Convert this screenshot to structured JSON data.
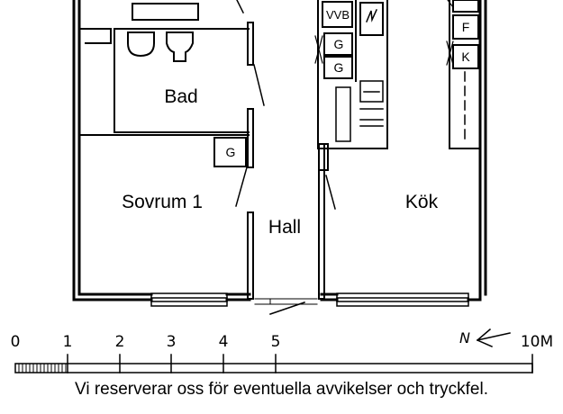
{
  "rooms": {
    "bad": "Bad",
    "sovrum": "Sovrum 1",
    "hall": "Hall",
    "kok": "Kök"
  },
  "fixtures": {
    "vvb": "VVB",
    "g_kitchen_1": "G",
    "g_kitchen_2": "G",
    "g_bedroom": "G",
    "f": "F",
    "k": "K"
  },
  "scale": {
    "ticks": [
      "0",
      "1",
      "2",
      "3",
      "4",
      "5",
      "10M"
    ],
    "north_label": "N"
  },
  "disclaimer": "Vi reserverar oss för eventuella avvikelser och tryckfel.",
  "colors": {
    "ink": "#000000",
    "background": "#ffffff"
  }
}
